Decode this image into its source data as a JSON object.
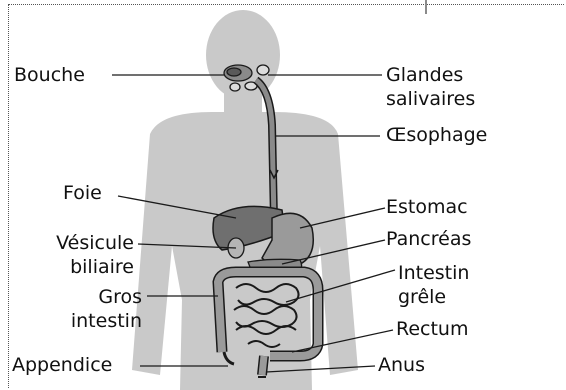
{
  "labels": {
    "bouche": "Bouche",
    "glandes_1": "Glandes",
    "glandes_2": "salivaires",
    "oesophage": "Œsophage",
    "foie": "Foie",
    "estomac": "Estomac",
    "vesicule_1": "Vésicule",
    "vesicule_2": "biliaire",
    "pancreas": "Pancréas",
    "intestin_grele_1": "Intestin",
    "intestin_grele_2": "grêle",
    "gros_intestin_1": "Gros",
    "gros_intestin_2": "intestin",
    "rectum": "Rectum",
    "appendice": "Appendice",
    "anus": "Anus"
  },
  "colors": {
    "body_silhouette": "#c9c9c9",
    "organ_dark": "#6f6f6f",
    "organ_mid": "#9a9a9a",
    "outline": "#1a1a1a"
  }
}
